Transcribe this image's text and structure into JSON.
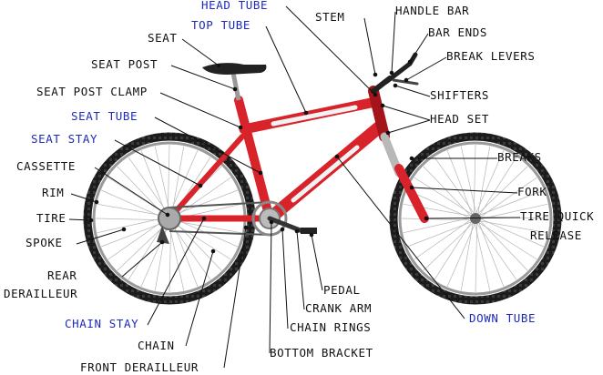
{
  "colors": {
    "frame": "#d8232a",
    "frame_dark": "#a3151b",
    "tire": "#1c1c1c",
    "metal": "#8a8a8a",
    "leader": "#111111",
    "blue_label": "#1f2bb8"
  },
  "labels": {
    "head_tube": "HEAD TUBE",
    "top_tube": "TOP TUBE",
    "stem": "STEM",
    "handle_bar": "HANDLE BAR",
    "bar_ends": "BAR ENDS",
    "break_levers": "BREAK LEVERS",
    "shifters": "SHIFTERS",
    "head_set": "HEAD SET",
    "seat": "SEAT",
    "seat_post": "SEAT POST",
    "seat_post_clamp": "SEAT POST CLAMP",
    "seat_tube": "SEAT TUBE",
    "seat_stay": "SEAT STAY",
    "cassette": "CASSETTE",
    "rim": "RIM",
    "tire": "TIRE",
    "spoke": "SPOKE",
    "rear_derailleur_1": "REAR",
    "rear_derailleur_2": "DERAILLEUR",
    "chain_stay": "CHAIN STAY",
    "chain": "CHAIN",
    "front_derailleur": "FRONT DERAILLEUR",
    "breaks": "BREAKS",
    "fork": "FORK",
    "tire_quick_release_1": "TIRE QUICK",
    "tire_quick_release_2": "RELEASE",
    "pedal": "PEDAL",
    "crank_arm": "CRANK ARM",
    "chain_rings": "CHAIN RINGS",
    "down_tube": "DOWN TUBE",
    "bottom_bracket": "BOTTOM BRACKET"
  }
}
